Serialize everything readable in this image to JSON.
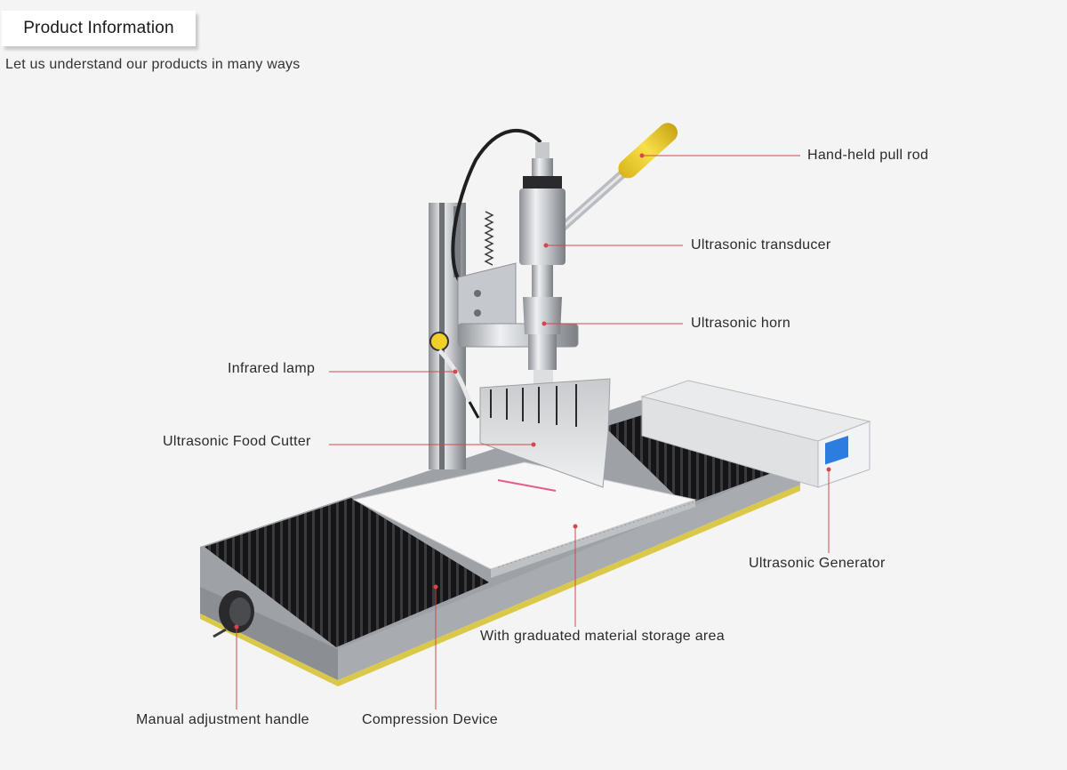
{
  "header": {
    "title": "Product Information",
    "subtitle": "Let us understand our products in many ways"
  },
  "labels": {
    "pull_rod": "Hand-held pull rod",
    "transducer": "Ultrasonic transducer",
    "horn": "Ultrasonic horn",
    "lamp": "Infrared lamp",
    "cutter": "Ultrasonic Food Cutter",
    "generator": "Ultrasonic Generator",
    "storage": "With graduated material storage area",
    "handle": "Manual adjustment handle",
    "compression": "Compression Device"
  },
  "colors": {
    "leader_line": "#d6474b",
    "bellows": "#1c1c1e",
    "rail": "#b0b3b7",
    "grip": "#f2d02a"
  }
}
